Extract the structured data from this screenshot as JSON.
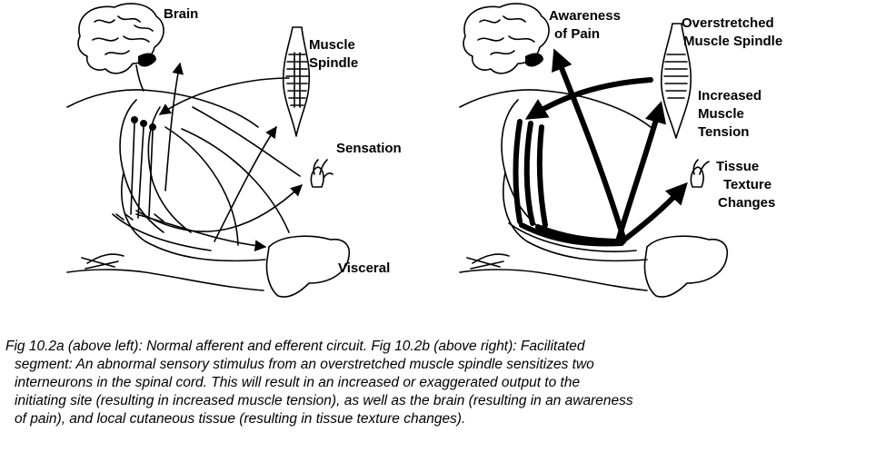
{
  "panel_a": {
    "brain": "Brain",
    "muscle_spindle": [
      "Muscle",
      "Spindle"
    ],
    "sensation": "Sensation",
    "visceral": "Visceral"
  },
  "panel_b": {
    "awareness": [
      "Awareness",
      "of Pain"
    ],
    "overstretched": [
      "Overstretched",
      "Muscle Spindle"
    ],
    "tension": [
      "Increased",
      "Muscle",
      "Tension"
    ],
    "tissue": [
      "Tissue",
      "Texture",
      "Changes"
    ]
  },
  "caption": [
    "Fig 10.2a (above left): Normal afferent and efferent circuit.  Fig 10.2b (above right): Facilitated",
    "segment: An abnormal sensory stimulus from an overstretched muscle spindle sensitizes two",
    "interneurons in the spinal cord.  This will result in an increased or exaggerated output to the",
    "initiating site (resulting in increased muscle tension), as well as the brain (resulting in an awareness",
    "of pain), and local cutaneous tissue (resulting in tissue texture changes)."
  ]
}
